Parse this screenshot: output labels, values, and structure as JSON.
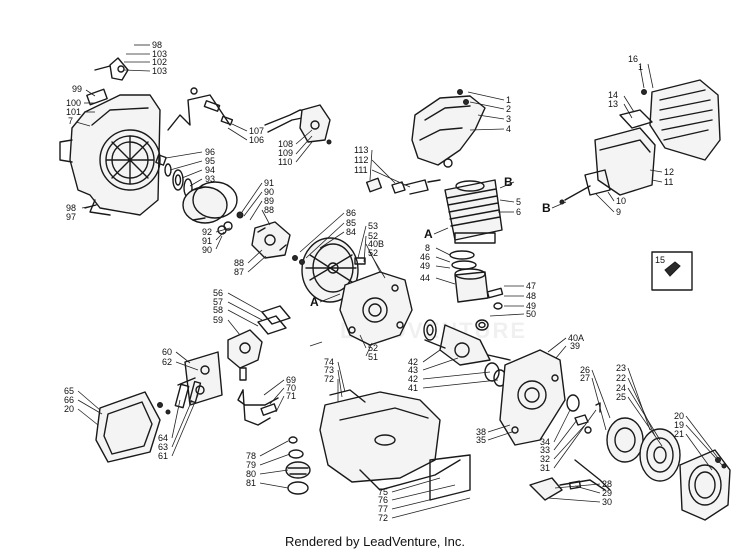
{
  "footer": {
    "text": "Rendered by LeadVenture, Inc."
  },
  "watermark": {
    "text": "LEADVENTURE"
  },
  "parts": {
    "blower_housing": {
      "callouts": [
        "98",
        "103",
        "102",
        "103",
        "99",
        "100",
        "101",
        "7",
        "96",
        "95",
        "94",
        "93",
        "98",
        "97"
      ]
    },
    "throttle_cable": {
      "callouts": [
        "107",
        "106"
      ]
    },
    "ignition_module": {
      "callouts": [
        "108",
        "109",
        "110"
      ]
    },
    "spark_plug": {
      "callouts": [
        "113",
        "112",
        "111"
      ]
    },
    "cylinder_cover": {
      "callouts": [
        "1",
        "2",
        "3",
        "4"
      ]
    },
    "cylinder": {
      "callouts": [
        "5",
        "6"
      ]
    },
    "muffler_cover": {
      "callouts": [
        "16",
        "1",
        "14",
        "13"
      ]
    },
    "muffler": {
      "callouts": [
        "12",
        "11",
        "10",
        "9"
      ]
    },
    "decal": {
      "callouts": [
        "15"
      ]
    },
    "fan_clutch": {
      "callouts": [
        "91",
        "90",
        "89",
        "88",
        "92",
        "91",
        "90",
        "88",
        "87"
      ]
    },
    "flywheel": {
      "callouts": [
        "86",
        "85",
        "84"
      ]
    },
    "crankcase": {
      "callouts": [
        "53",
        "52",
        "40B",
        "52",
        "52",
        "51"
      ]
    },
    "piston": {
      "callouts": [
        "8",
        "46",
        "49",
        "44",
        "47",
        "48",
        "49",
        "50"
      ]
    },
    "crankshaft": {
      "callouts": [
        "42",
        "43",
        "42",
        "41"
      ]
    },
    "carburetor": {
      "callouts": [
        "56",
        "57",
        "58",
        "59",
        "60",
        "62"
      ]
    },
    "fuel_line": {
      "callouts": [
        "69",
        "70",
        "71"
      ]
    },
    "air_filter": {
      "callouts": [
        "65",
        "66",
        "20",
        "64",
        "63",
        "61"
      ]
    },
    "fuel_tank": {
      "callouts": [
        "74",
        "73",
        "72",
        "75",
        "76",
        "77",
        "72"
      ]
    },
    "fuel_cap": {
      "callouts": [
        "78",
        "79",
        "80",
        "81"
      ]
    },
    "starter_housing": {
      "callouts": [
        "40A",
        "39",
        "38",
        "35",
        "34",
        "33",
        "32",
        "31"
      ]
    },
    "recoil_starter": {
      "callouts": [
        "26",
        "27",
        "23",
        "22",
        "24",
        "25",
        "28",
        "29",
        "30",
        "20",
        "19",
        "21"
      ]
    },
    "markers": [
      "A",
      "A",
      "B",
      "B"
    ]
  }
}
